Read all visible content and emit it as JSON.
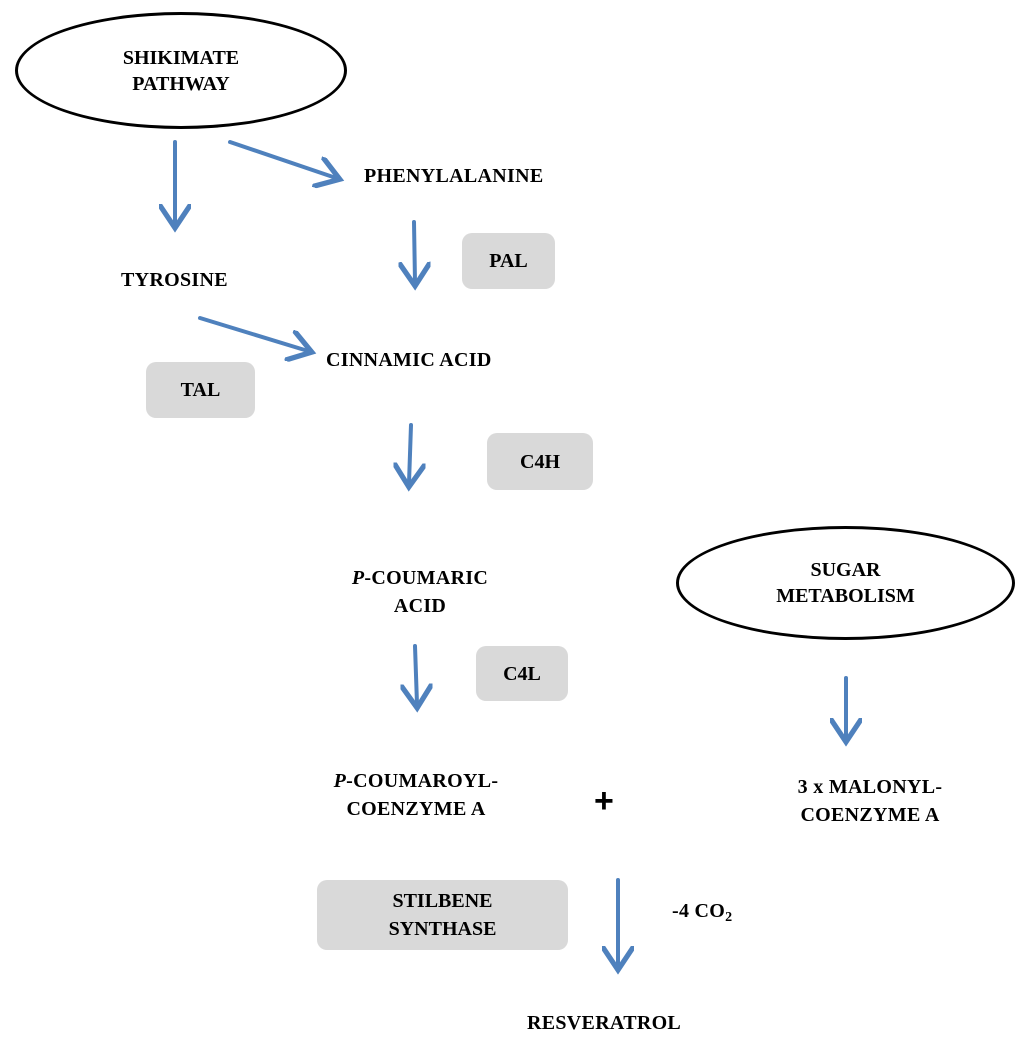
{
  "nodes": {
    "shikimate": {
      "line1": "SHIKIMATE",
      "line2": "PATHWAY"
    },
    "phenylalanine": "PHENYLALANINE",
    "tyrosine": "TYROSINE",
    "cinnamic_acid": "CINNAMIC ACID",
    "p_coumaric": {
      "prefix": "P",
      "line1_rest": "-COUMARIC",
      "line2": "ACID"
    },
    "sugar": {
      "line1": "SUGAR",
      "line2": "METABOLISM"
    },
    "p_coumaroyl": {
      "prefix": "P",
      "line1_rest": "-COUMAROYL-",
      "line2": "COENZYME A"
    },
    "malonyl": {
      "line1": "3 x MALONYL-",
      "line2": "COENZYME A"
    },
    "resveratrol": "RESVERATROL"
  },
  "enzymes": {
    "pal": "PAL",
    "tal": "TAL",
    "c4h": "C4H",
    "c4l": "C4L",
    "stilbene": {
      "line1": "STILBENE",
      "line2": "SYNTHASE"
    }
  },
  "plus_sign": "+",
  "co2": {
    "prefix": "-4 CO",
    "subscript": "2"
  },
  "colors": {
    "arrow": "#4f81bd",
    "enzyme_box": "#d9d9d9",
    "ellipse_border": "#000000"
  }
}
